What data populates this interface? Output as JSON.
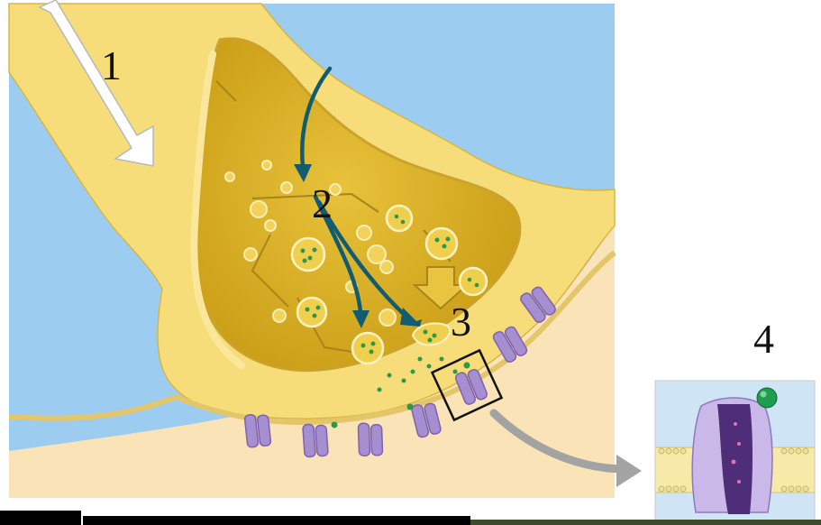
{
  "diagram": {
    "step_labels": [
      "1",
      "2",
      "3",
      "4"
    ],
    "icon": "synapse-neurotransmission-illustration",
    "colors": {
      "extracellular": "#9ccdf0",
      "neuron": "#f6dd7a",
      "terminal_interior": "#d6ab1c",
      "postsynaptic": "#fae3b6",
      "receptor": "#a58fd0",
      "neurotransmitter": "#2a9a4c",
      "pathway_arrow": "#115c70",
      "ion_channel_dark": "#4e2e78"
    }
  }
}
